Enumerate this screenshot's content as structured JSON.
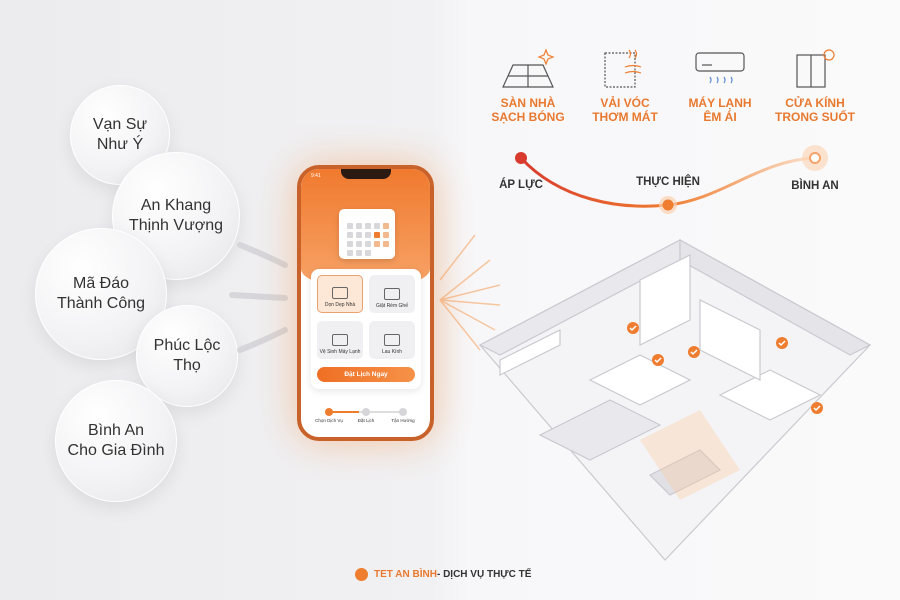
{
  "wishes": [
    "Vạn Sự\nNhư Ý",
    "An Khang\nThịnh Vượng",
    "Mã Đáo\nThành Công",
    "Phúc Lộc\nThọ",
    "Bình An\nCho Gia Đình"
  ],
  "phone": {
    "time": "9:41",
    "services": [
      "Dọn Dẹp Nhà",
      "Giặt Rèm Ghế",
      "Vệ Sinh Máy Lạnh",
      "Lau Kính"
    ],
    "book_button": "Đặt Lịch Ngay",
    "steps": [
      "Chọn Dịch Vụ",
      "Đặt Lịch",
      "Tận Hưởng"
    ],
    "active_step": 1
  },
  "benefits": [
    {
      "icon": "sparkling-floor-icon",
      "label": "SÀN NHÀ\nSẠCH BÓNG"
    },
    {
      "icon": "fresh-fabric-icon",
      "label": "VẢI VÓC\nTHƠM MÁT"
    },
    {
      "icon": "air-conditioner-icon",
      "label": "MÁY LẠNH\nÊM ÁI"
    },
    {
      "icon": "clear-window-icon",
      "label": "CỬA KÍNH\nTRONG SUỐT"
    }
  ],
  "journey": [
    "ÁP LỰC",
    "THỰC HIỆN",
    "BÌNH AN"
  ],
  "footer": {
    "brand": "TET AN BÌNH",
    "tagline": " - DỊCH VỤ THỰC TẾ"
  },
  "colors": {
    "accent": "#ef7d2f",
    "stress": "#d93a2e",
    "text": "#333333"
  }
}
